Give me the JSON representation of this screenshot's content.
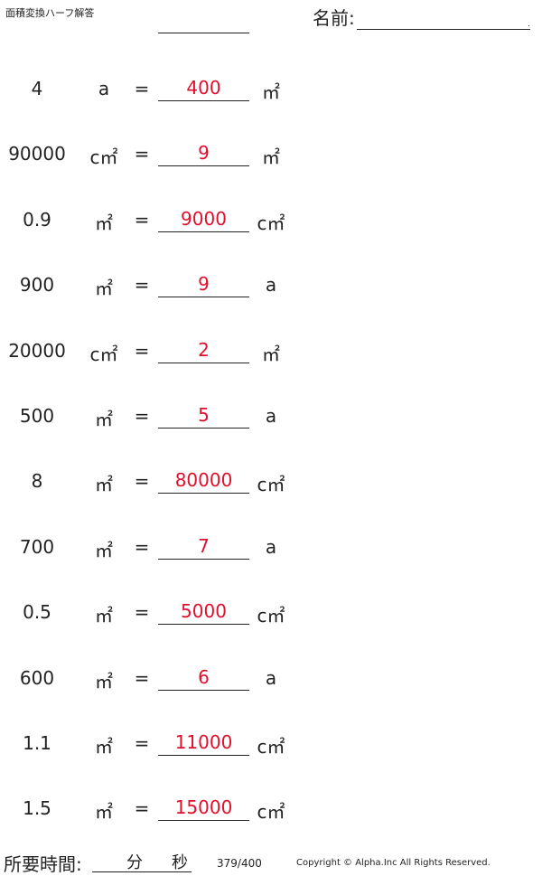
{
  "header": {
    "title": "面積変換ハーフ解答",
    "name_label": "名前:",
    "name_dot": "."
  },
  "problems": [
    {
      "value": "4",
      "from_unit": "a",
      "equals": "=",
      "answer": "400",
      "to_unit": "㎡"
    },
    {
      "value": "90000",
      "from_unit": "c㎡",
      "equals": "=",
      "answer": "9",
      "to_unit": "㎡"
    },
    {
      "value": "0.9",
      "from_unit": "㎡",
      "equals": "=",
      "answer": "9000",
      "to_unit": "c㎡"
    },
    {
      "value": "900",
      "from_unit": "㎡",
      "equals": "=",
      "answer": "9",
      "to_unit": "a"
    },
    {
      "value": "20000",
      "from_unit": "c㎡",
      "equals": "=",
      "answer": "2",
      "to_unit": "㎡"
    },
    {
      "value": "500",
      "from_unit": "㎡",
      "equals": "=",
      "answer": "5",
      "to_unit": "a"
    },
    {
      "value": "8",
      "from_unit": "㎡",
      "equals": "=",
      "answer": "80000",
      "to_unit": "c㎡"
    },
    {
      "value": "700",
      "from_unit": "㎡",
      "equals": "=",
      "answer": "7",
      "to_unit": "a"
    },
    {
      "value": "0.5",
      "from_unit": "㎡",
      "equals": "=",
      "answer": "5000",
      "to_unit": "c㎡"
    },
    {
      "value": "600",
      "from_unit": "㎡",
      "equals": "=",
      "answer": "6",
      "to_unit": "a"
    },
    {
      "value": "1.1",
      "from_unit": "㎡",
      "equals": "=",
      "answer": "11000",
      "to_unit": "c㎡"
    },
    {
      "value": "1.5",
      "from_unit": "㎡",
      "equals": "=",
      "answer": "15000",
      "to_unit": "c㎡"
    }
  ],
  "footer": {
    "time_label": "所要時間:",
    "minutes_label": "分",
    "seconds_label": "秒",
    "page": "379/400",
    "copyright": "Copyright © Alpha.Inc All Rights Reserved."
  }
}
